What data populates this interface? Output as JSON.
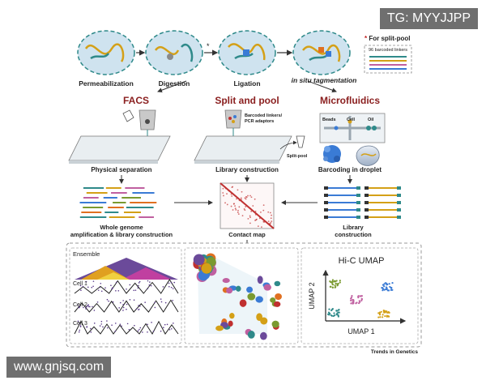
{
  "steps": [
    "Permeabilization",
    "Digestion",
    "Ligation",
    "in situ tagmentation"
  ],
  "split_pool_legend": {
    "title": "For split-pool",
    "item": "96 barcoded linkers"
  },
  "methods": {
    "facs": "FACS",
    "split_pool": "Split and pool",
    "microfluidics": "Microfluidics"
  },
  "split_pool_labels": {
    "linkers": "Barcoded linkers/",
    "adaptors": "PCR adaptors",
    "tube": "Split-pool"
  },
  "micro_labels": {
    "beads": "Beads",
    "cell": "Cell",
    "oil": "Oil"
  },
  "captions": {
    "physical_separation": "Physical separation",
    "library_construction": "Library construction",
    "barcoding_in_droplet": "Barcoding in droplet",
    "wga_line1": "Whole genome",
    "wga_line2": "amplification & library construction",
    "library_line1": "Library",
    "library_line2": "construction",
    "contact_map": "Contact map"
  },
  "bottom": {
    "ensemble": "Ensemble",
    "cells": [
      "Cell 1",
      "Cell 2",
      "Cell 3"
    ],
    "umap_title": "Hi-C UMAP",
    "umap_x": "UMAP 1",
    "umap_y": "UMAP 2",
    "credit": "Trends in Genetics"
  },
  "watermarks": {
    "top": "TG: MYYJJPP",
    "bottom": "www.gnjsq.com"
  },
  "colors": {
    "accent_red": "#8b2020",
    "dna_teal": "#2f8a8a",
    "cell_blue": "#cfe3ef",
    "map_red": "#c03030"
  }
}
